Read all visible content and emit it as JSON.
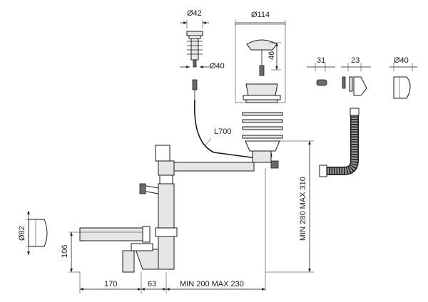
{
  "labels": {
    "plug_top_diameter": "Ø42",
    "plug_bottom_diameter": "Ø40",
    "strainer_diameter": "Ø114",
    "strainer_depth": "46",
    "cable_length": "L700",
    "adapter_31": "31",
    "adapter_23": "23",
    "cap_diameter": "Ø40",
    "trap_cap_diameter": "Ø82",
    "trap_height": "106",
    "height_range": "MIN 280 MAX 310",
    "width_170": "170",
    "width_63": "63",
    "width_range": "MIN 200 MAX 230"
  }
}
